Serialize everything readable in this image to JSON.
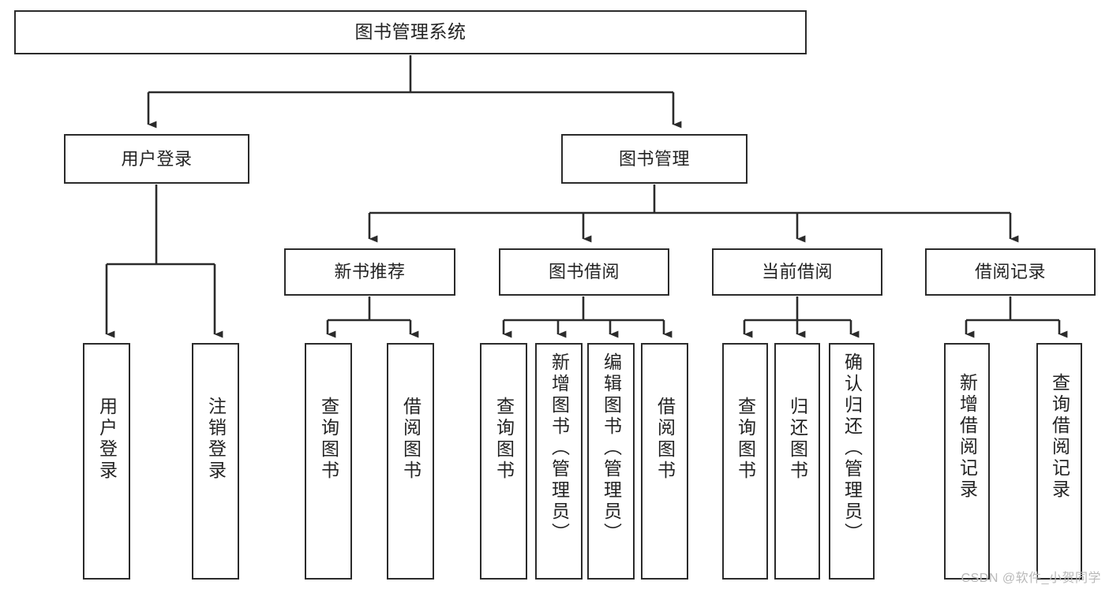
{
  "diagram": {
    "type": "tree-hierarchy-chart",
    "title": "图书管理系统",
    "watermark": "CSDN @软件_小贺同学",
    "colors": {
      "border": "#2b2b2b",
      "background": "#ffffff",
      "text": "#232323",
      "connector": "#2b2b2b",
      "watermark": "#b9b9b9"
    },
    "nodes": {
      "root": {
        "label": "图书管理系统"
      },
      "level2": [
        {
          "id": "user-login",
          "label": "用户登录"
        },
        {
          "id": "book-management",
          "label": "图书管理"
        }
      ],
      "level3": [
        {
          "id": "new-book-recommend",
          "label": "新书推荐"
        },
        {
          "id": "book-borrow",
          "label": "图书借阅"
        },
        {
          "id": "current-borrow",
          "label": "当前借阅"
        },
        {
          "id": "borrow-record",
          "label": "借阅记录"
        }
      ],
      "leaves": {
        "user-login": [
          {
            "id": "leaf-user-login",
            "label": "用户登录"
          },
          {
            "id": "leaf-logout-login",
            "label": "注销登录"
          }
        ],
        "new-book-recommend": [
          {
            "id": "leaf-query-book-1",
            "label": "查询图书"
          },
          {
            "id": "leaf-borrow-book-1",
            "label": "借阅图书"
          }
        ],
        "book-borrow": [
          {
            "id": "leaf-query-book-2",
            "label": "查询图书"
          },
          {
            "id": "leaf-add-book",
            "label": "新增图书（管理员）"
          },
          {
            "id": "leaf-edit-book",
            "label": "编辑图书（管理员）"
          },
          {
            "id": "leaf-borrow-book-2",
            "label": "借阅图书"
          }
        ],
        "current-borrow": [
          {
            "id": "leaf-query-book-3",
            "label": "查询图书"
          },
          {
            "id": "leaf-return-book",
            "label": "归还图书"
          },
          {
            "id": "leaf-confirm-return",
            "label": "确认归还（管理员）"
          }
        ],
        "borrow-record": [
          {
            "id": "leaf-add-record",
            "label": "新增借阅记录"
          },
          {
            "id": "leaf-query-record",
            "label": "查询借阅记录"
          }
        ]
      }
    }
  }
}
